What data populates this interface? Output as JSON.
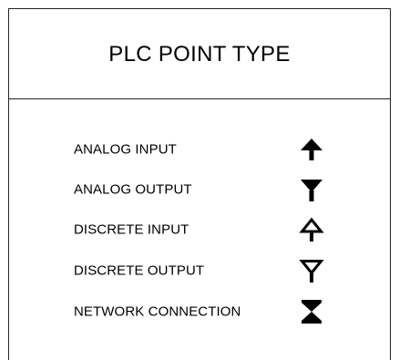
{
  "title": "PLC POINT TYPE",
  "legend": [
    {
      "label": "ANALOG INPUT",
      "icon": "filled-up-arrow-icon"
    },
    {
      "label": "ANALOG OUTPUT",
      "icon": "filled-down-triangle-icon"
    },
    {
      "label": "DISCRETE INPUT",
      "icon": "outlined-up-arrow-icon"
    },
    {
      "label": "DISCRETE OUTPUT",
      "icon": "outlined-down-triangle-icon"
    },
    {
      "label": "NETWORK CONNECTION",
      "icon": "hourglass-icon"
    }
  ]
}
